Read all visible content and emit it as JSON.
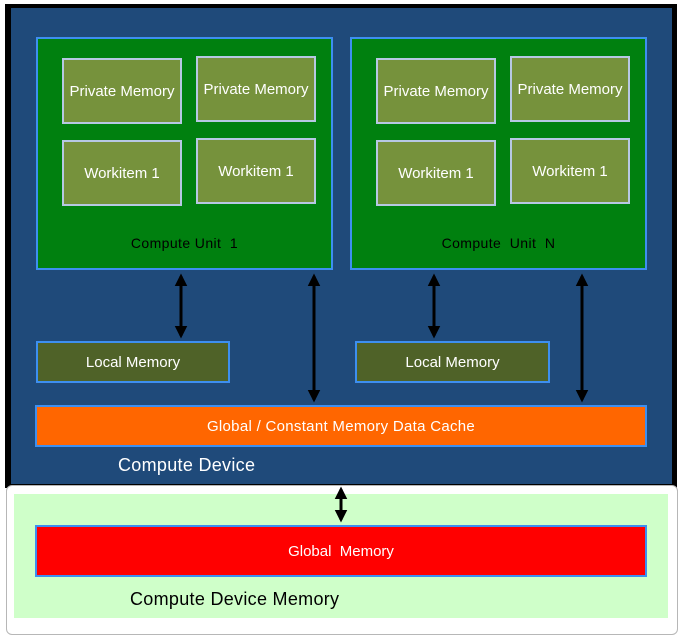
{
  "device": {
    "caption": "Compute Device",
    "units": [
      {
        "label": "Compute Unit  1",
        "cells": [
          "Private Memory",
          "Private Memory",
          "Workitem 1",
          "Workitem 1"
        ],
        "local_memory": "Local Memory"
      },
      {
        "label": "Compute  Unit  N",
        "cells": [
          "Private Memory",
          "Private Memory",
          "Workitem 1",
          "Workitem 1"
        ],
        "local_memory": "Local Memory"
      }
    ],
    "cache": "Global / Constant Memory Data Cache"
  },
  "device_memory": {
    "caption": "Compute Device Memory",
    "global_memory": "Global  Memory"
  },
  "colors": {
    "device_background": "#1f4a7a",
    "compute_unit": "#00800f",
    "memory_cell": "#76923c",
    "local_memory": "#4f6228",
    "cache": "#ff6600",
    "global_memory": "#ff0000",
    "device_memory_background": "#cfffc9",
    "border_accent": "#3d8ff0"
  }
}
